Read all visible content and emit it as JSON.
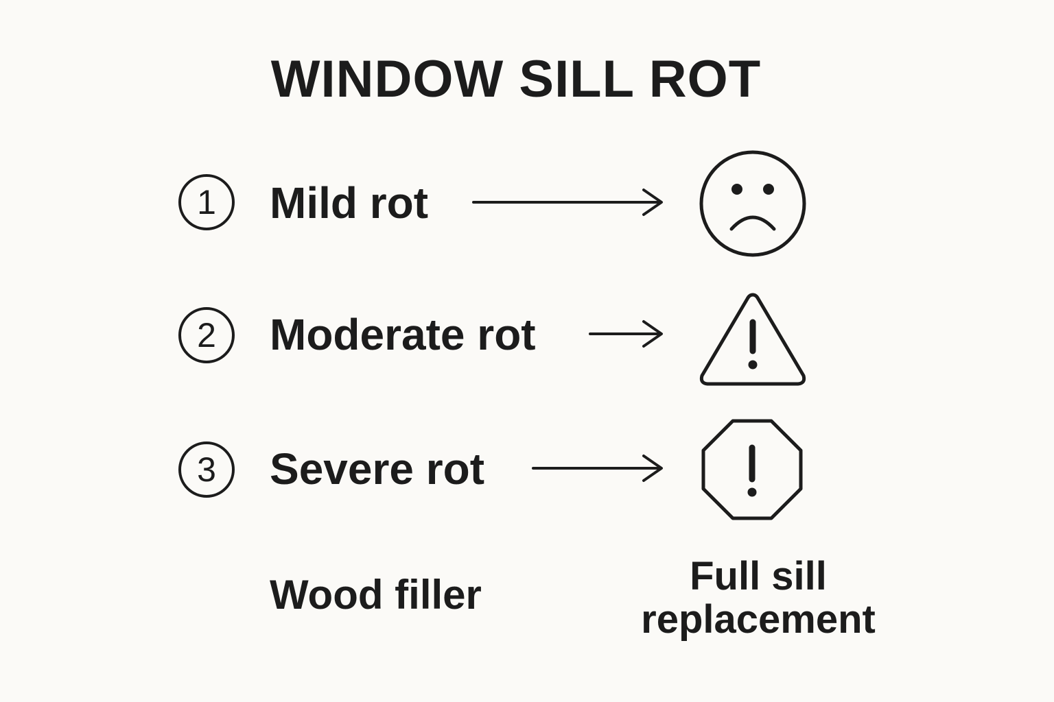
{
  "title": "WINDOW SILL ROT",
  "levels": [
    {
      "number": "1",
      "label": "Mild rot",
      "icon": "sad-face-icon"
    },
    {
      "number": "2",
      "label": "Moderate rot",
      "icon": "warning-triangle-icon"
    },
    {
      "number": "3",
      "label": "Severe rot",
      "icon": "stop-octagon-icon"
    }
  ],
  "outcomes": {
    "left": "Wood filler",
    "right_line1": "Full sill",
    "right_line2": "replacement"
  }
}
